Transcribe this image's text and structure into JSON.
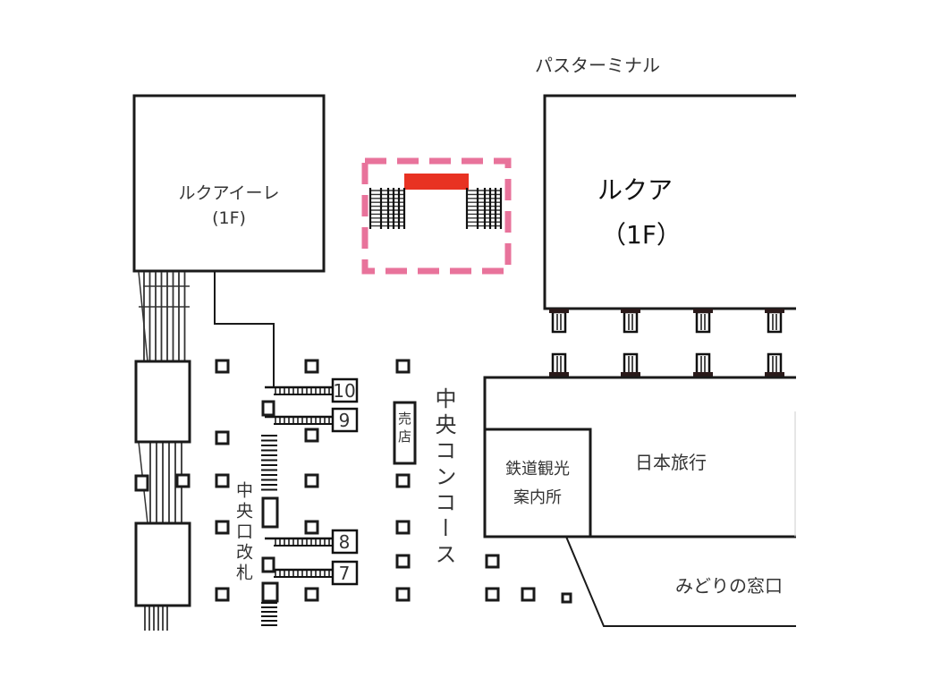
{
  "map": {
    "bus_terminal_label": "パスターミナル",
    "lucua_1100": {
      "name": "ルクアイーレ",
      "floor": "(1F)"
    },
    "lucua": {
      "name": "ルクア",
      "floor": "（1F）"
    },
    "central_gate": "中央口改札",
    "central_concourse": "中央コンコース",
    "kiosk": "売店",
    "tourist_info": {
      "line1": "鉄道観光",
      "line2": "案内所"
    },
    "travel_agency": "日本旅行",
    "midori_window": "みどりの窓口",
    "platforms": [
      "10",
      "9",
      "8",
      "7"
    ],
    "colors": {
      "highlight_box": "#e8739b",
      "highlight_bar": "#e83222",
      "line": "#1a1a1a",
      "text": "#333333"
    }
  }
}
